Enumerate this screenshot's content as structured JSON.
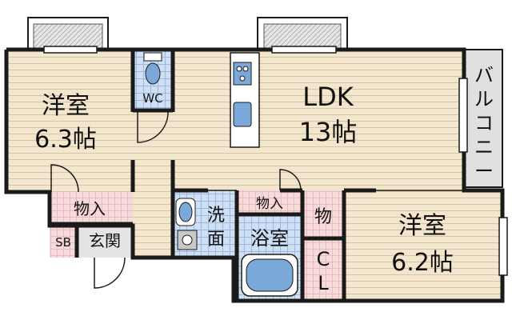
{
  "rooms": {
    "western_room_left": {
      "name": "洋室",
      "size": "6.3帖"
    },
    "ldk": {
      "name": "LDK",
      "size": "13帖"
    },
    "western_room_right": {
      "name": "洋室",
      "size": "6.2帖"
    },
    "wc": "WC",
    "storage_left": "物入",
    "storage_center": "物入",
    "storage_right": "物",
    "shoe_box": "SB",
    "entrance": "玄関",
    "washroom": [
      "洗",
      "面"
    ],
    "bathroom": "浴室",
    "closet": [
      "C",
      "L"
    ],
    "balcony": [
      "バ",
      "ル",
      "コ",
      "ニ",
      "ー"
    ]
  },
  "colors": {
    "wall": "#1a1a1a",
    "wood_floor": "#f3e6cf",
    "wood_line": "#d9c3a0",
    "tile": "#cfe0f5",
    "tile_line": "#9db8dc",
    "storage_pink": "#f7dada",
    "balcony_grey": "#e0e0e0",
    "fixture_blue": "#7aa8d8"
  }
}
